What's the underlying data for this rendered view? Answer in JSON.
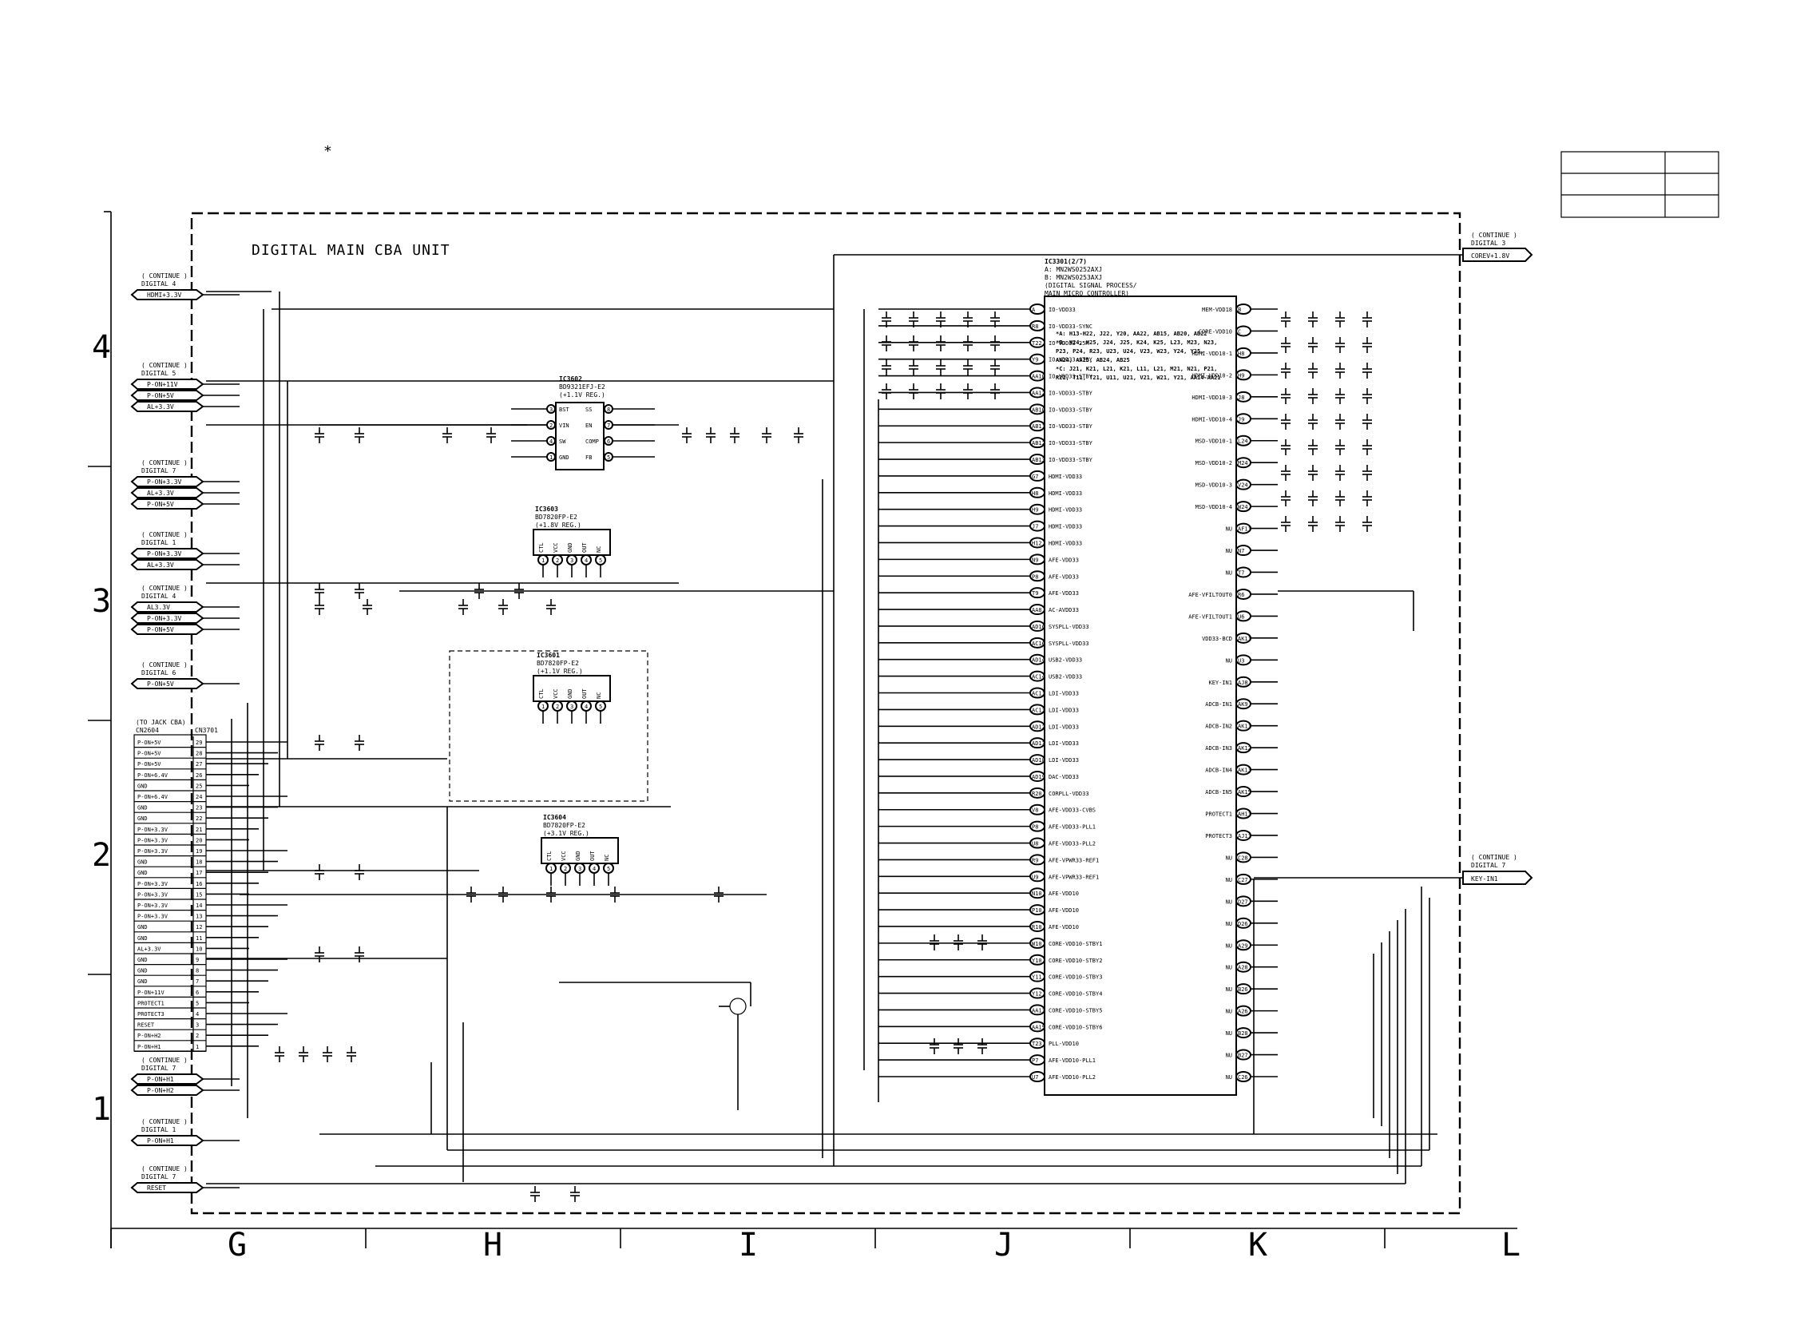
{
  "title": "DIGITAL MAIN CBA UNIT",
  "asterisk": "*",
  "row_labels": [
    "4",
    "3",
    "2",
    "1"
  ],
  "col_labels": [
    "G",
    "H",
    "I",
    "J",
    "K",
    "L"
  ],
  "connectors_left": [
    {
      "continue": "( CONTINUE )",
      "dest": "DIGITAL 4",
      "signals": [
        "HDMI+3.3V"
      ]
    },
    {
      "continue": "( CONTINUE )",
      "dest": "DIGITAL 5",
      "signals": [
        "P-ON+11V",
        "P-ON+5V",
        "AL+3.3V"
      ]
    },
    {
      "continue": "( CONTINUE )",
      "dest": "DIGITAL 7",
      "signals": [
        "P-ON+3.3V",
        "AL+3.3V",
        "P-ON+5V"
      ]
    },
    {
      "continue": "( CONTINUE )",
      "dest": "DIGITAL 1",
      "signals": [
        "P-ON+3.3V",
        "AL+3.3V"
      ]
    },
    {
      "continue": "( CONTINUE )",
      "dest": "DIGITAL 4",
      "signals": [
        "AL3.3V",
        "P-ON+3.3V",
        "P-ON+5V"
      ]
    },
    {
      "continue": "( CONTINUE )",
      "dest": "DIGITAL 6",
      "signals": [
        "P-ON+5V"
      ]
    },
    {
      "continue": "( CONTINUE )",
      "dest": "DIGITAL 7",
      "signals": [
        "P-ON+H1",
        "P-ON+H2"
      ]
    },
    {
      "continue": "( CONTINUE )",
      "dest": "DIGITAL 1",
      "signals": [
        "P-ON+H1"
      ]
    },
    {
      "continue": "( CONTINUE )",
      "dest": "DIGITAL 7",
      "signals": [
        "RESET"
      ]
    }
  ],
  "connectors_right": [
    {
      "continue": "( CONTINUE )",
      "dest": "DIGITAL 3",
      "signal": "COREV+1.8V"
    },
    {
      "continue": "( CONTINUE )",
      "dest": "DIGITAL 7",
      "signal": "KEY-IN1"
    }
  ],
  "jack": {
    "title": "(TO JACK CBA)",
    "sub": "CN2604",
    "ref": "CN3701",
    "pins": [
      {
        "n": "29",
        "name": "P-ON+5V"
      },
      {
        "n": "28",
        "name": "P-ON+5V"
      },
      {
        "n": "27",
        "name": "P-ON+5V"
      },
      {
        "n": "26",
        "name": "P-ON+6.4V"
      },
      {
        "n": "25",
        "name": "GND"
      },
      {
        "n": "24",
        "name": "P-ON+6.4V"
      },
      {
        "n": "23",
        "name": "GND"
      },
      {
        "n": "22",
        "name": "GND"
      },
      {
        "n": "21",
        "name": "P-ON+3.3V"
      },
      {
        "n": "20",
        "name": "P-ON+3.3V"
      },
      {
        "n": "19",
        "name": "P-ON+3.3V"
      },
      {
        "n": "18",
        "name": "GND"
      },
      {
        "n": "17",
        "name": "GND"
      },
      {
        "n": "16",
        "name": "P-ON+3.3V"
      },
      {
        "n": "15",
        "name": "P-ON+3.3V"
      },
      {
        "n": "14",
        "name": "P-ON+3.3V"
      },
      {
        "n": "13",
        "name": "P-ON+3.3V"
      },
      {
        "n": "12",
        "name": "GND"
      },
      {
        "n": "11",
        "name": "GND"
      },
      {
        "n": "10",
        "name": "AL+3.3V"
      },
      {
        "n": "9",
        "name": "GND"
      },
      {
        "n": "8",
        "name": "GND"
      },
      {
        "n": "7",
        "name": "GND"
      },
      {
        "n": "6",
        "name": "P-ON+11V"
      },
      {
        "n": "5",
        "name": "PROTECT1"
      },
      {
        "n": "4",
        "name": "PROTECT3"
      },
      {
        "n": "3",
        "name": "RESET"
      },
      {
        "n": "2",
        "name": "P-ON+H2"
      },
      {
        "n": "1",
        "name": "P-ON+H1"
      }
    ]
  },
  "ics": {
    "ic3602": {
      "name": "IC3602",
      "part": "BD9321EFJ-E2",
      "func": "(+1.1V REG.)",
      "pins_l": [
        "BST",
        "VIN",
        "SW",
        "GND"
      ],
      "pins_r": [
        "SS",
        "EN",
        "COMP",
        "FB"
      ],
      "nums_l": [
        "3",
        "2",
        "4",
        "1"
      ],
      "nums_r": [
        "8",
        "7",
        "6",
        "5"
      ]
    },
    "ic3603": {
      "name": "IC3603",
      "part": "BD7820FP-E2",
      "func": "(+1.8V REG.)",
      "pins": [
        "CTL",
        "VCC",
        "GND",
        "OUT",
        "NC"
      ],
      "nums": [
        "1",
        "2",
        "3",
        "4",
        "5"
      ]
    },
    "ic3601": {
      "name": "IC3601",
      "part": "BD7820FP-E2",
      "func": "(+1.1V REG.)",
      "pins": [
        "CTL",
        "VCC",
        "GND",
        "OUT",
        "NC"
      ],
      "nums": [
        "1",
        "2",
        "3",
        "4",
        "5"
      ]
    },
    "ic3604": {
      "name": "IC3604",
      "part": "BD7820FP-E2",
      "func": "(+3.1V REG.)",
      "pins": [
        "CTL",
        "VCC",
        "GND",
        "OUT",
        "NC"
      ],
      "nums": [
        "1",
        "2",
        "3",
        "4",
        "5"
      ]
    },
    "ic3301": {
      "name": "IC3301(2/7)",
      "a": "A: MN2WS0252AXJ",
      "b": "B: MN2WS0253AXJ",
      "func": "(DIGITAL SIGNAL PROCESS/",
      "func2": "MAIN MICRO CONTROLLER)"
    }
  },
  "ic3301_left_pins": [
    {
      "ball": "A",
      "name": "IO-VDD33"
    },
    {
      "ball": "R8",
      "name": "IO-VDD33-SYNC"
    },
    {
      "ball": "T22",
      "name": "IO-VDD33-25M"
    },
    {
      "ball": "Y9",
      "name": "IO-VDD33-STBY"
    },
    {
      "ball": "AA10",
      "name": "IO-VDD33-STBY"
    },
    {
      "ball": "AA12",
      "name": "IO-VDD33-STBY"
    },
    {
      "ball": "AB10",
      "name": "IO-VDD33-STBY"
    },
    {
      "ball": "AB11",
      "name": "IO-VDD33-STBY"
    },
    {
      "ball": "AB12",
      "name": "IO-VDD33-STBY"
    },
    {
      "ball": "AB13",
      "name": "IO-VDD33-STBY"
    },
    {
      "ball": "G7",
      "name": "HDMI-VDD33"
    },
    {
      "ball": "H8",
      "name": "HDMI-VDD33"
    },
    {
      "ball": "H9",
      "name": "HDMI-VDD33"
    },
    {
      "ball": "J7",
      "name": "HDMI-VDD33"
    },
    {
      "ball": "H12",
      "name": "HDMI-VDD33"
    },
    {
      "ball": "N9",
      "name": "AFE-VDD33"
    },
    {
      "ball": "P8",
      "name": "AFE-VDD33"
    },
    {
      "ball": "T9",
      "name": "AFE-VDD33"
    },
    {
      "ball": "AA8",
      "name": "AC-AVDD33"
    },
    {
      "ball": "AD16",
      "name": "SYSPLL-VDD33"
    },
    {
      "ball": "AC16",
      "name": "SYSPLL-VDD33"
    },
    {
      "ball": "AD14",
      "name": "USB2-VDD33"
    },
    {
      "ball": "AC14",
      "name": "USB2-VDD33"
    },
    {
      "ball": "AC11",
      "name": "LDI-VDD33"
    },
    {
      "ball": "AC13",
      "name": "LDI-VDD33"
    },
    {
      "ball": "AD12",
      "name": "LDI-VDD33"
    },
    {
      "ball": "AD13",
      "name": "LDI-VDD33"
    },
    {
      "ball": "AD18",
      "name": "LDI-VDD33"
    },
    {
      "ball": "AD19",
      "name": "DAC-VDD33"
    },
    {
      "ball": "R20",
      "name": "CORPLL-VDD33"
    },
    {
      "ball": "V8",
      "name": "AFE-VDD33-CVBS"
    },
    {
      "ball": "P8",
      "name": "AFE-VDD33-PLL1"
    },
    {
      "ball": "U8",
      "name": "AFE-VDD33-PLL2"
    },
    {
      "ball": "R9",
      "name": "AFE-VPWR33-REF1"
    },
    {
      "ball": "U9",
      "name": "AFE-VPWR33-REF1"
    },
    {
      "ball": "N10",
      "name": "AFE-VDD10"
    },
    {
      "ball": "P10",
      "name": "AFE-VDD10"
    },
    {
      "ball": "R10",
      "name": "AFE-VDD10"
    },
    {
      "ball": "W10",
      "name": "CORE-VDD10-STBY1"
    },
    {
      "ball": "Y10",
      "name": "CORE-VDD10-STBY2"
    },
    {
      "ball": "Y11",
      "name": "CORE-VDD10-STBY3"
    },
    {
      "ball": "Y12",
      "name": "CORE-VDD10-STBY4"
    },
    {
      "ball": "AA13",
      "name": "CORE-VDD10-STBY5"
    },
    {
      "ball": "AA15",
      "name": "CORE-VDD10-STBY6"
    },
    {
      "ball": "T23",
      "name": "PLL-VDD10"
    },
    {
      "ball": "P7",
      "name": "AFE-VDD10-PLL1"
    },
    {
      "ball": "U7",
      "name": "AFE-VDD10-PLL2"
    }
  ],
  "ic3301_right_pins": [
    {
      "ball": "B",
      "name": "MEM-VDD18"
    },
    {
      "ball": "C",
      "name": "CORE-VDD10"
    },
    {
      "ball": "H8",
      "name": "HDMI-VDD10-1"
    },
    {
      "ball": "H9",
      "name": "HDMI-VDD10-2"
    },
    {
      "ball": "J8",
      "name": "HDMI-VDD10-3"
    },
    {
      "ball": "J9",
      "name": "HDMI-VDD10-4"
    },
    {
      "ball": "L24",
      "name": "MSD-VDD10-1"
    },
    {
      "ball": "M24",
      "name": "MSD-VDD10-2"
    },
    {
      "ball": "V24",
      "name": "MSD-VDD10-3"
    },
    {
      "ball": "W24",
      "name": "MSD-VDD10-4"
    },
    {
      "ball": "AF11",
      "name": "NU"
    },
    {
      "ball": "N7",
      "name": "NU"
    },
    {
      "ball": "T7",
      "name": "NU"
    },
    {
      "ball": "R6",
      "name": "AFE-VFILTOUT0"
    },
    {
      "ball": "U6",
      "name": "AFE-VFILTOUT1"
    },
    {
      "ball": "AK11",
      "name": "VDD33-BCD"
    },
    {
      "ball": "U3",
      "name": "NU"
    },
    {
      "ball": "AJ8",
      "name": "KEY-IN1"
    },
    {
      "ball": "AK9",
      "name": "ADCB-IN1"
    },
    {
      "ball": "AK11",
      "name": "ADCB-IN2"
    },
    {
      "ball": "AK12",
      "name": "ADCB-IN3"
    },
    {
      "ball": "AK13",
      "name": "ADCB-IN4"
    },
    {
      "ball": "AK15",
      "name": "ADCB-IN5"
    },
    {
      "ball": "AH11",
      "name": "PROTECT1"
    },
    {
      "ball": "AJ11",
      "name": "PROTECT3"
    },
    {
      "ball": "C28",
      "name": "NU"
    },
    {
      "ball": "C27",
      "name": "NU"
    },
    {
      "ball": "D27",
      "name": "NU"
    },
    {
      "ball": "D26",
      "name": "NU"
    },
    {
      "ball": "A29",
      "name": "NU"
    },
    {
      "ball": "A28",
      "name": "NU"
    },
    {
      "ball": "B26",
      "name": "NU"
    },
    {
      "ball": "A26",
      "name": "NU"
    },
    {
      "ball": "B28",
      "name": "NU"
    },
    {
      "ball": "B27",
      "name": "NU"
    },
    {
      "ball": "C26",
      "name": "NU"
    }
  ],
  "ic3301_notes": [
    "*A: H13-H22, J22, Y20, AA22, AB15, AB20, AB22",
    "*B: H24, H25, J24, J25, K24, K25, L23, M23, N23,",
    "   P23, P24, R23, U23, U24, V23, W23, Y24, Y25,",
    "   AA24, AA25, AB24, AB25",
    "*C: J21, K21, L21, K21, L11, L21, M21, N21, P21,",
    "   R21, T11, T21, U11, U21, V21, W21, Y21, AA14-AA21"
  ],
  "small_table": [
    "",
    "",
    "",
    "",
    "",
    ""
  ]
}
